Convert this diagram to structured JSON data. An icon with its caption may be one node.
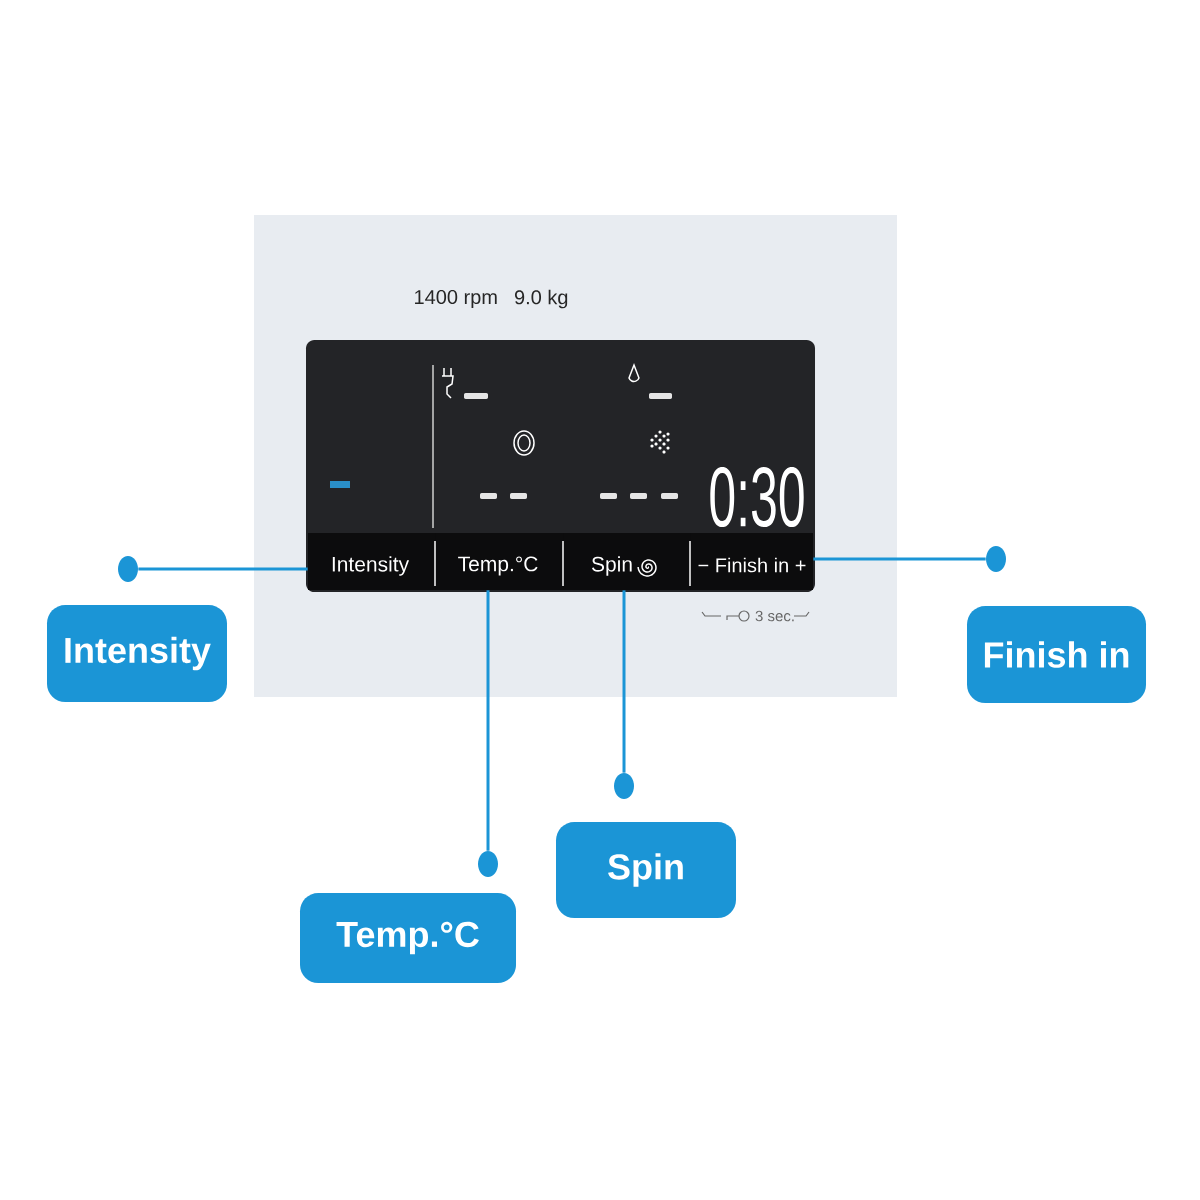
{
  "diagram": {
    "nodes": [
      {
        "text": [
          "1400 rpm",
          "9.0 kg",
          "3 sec."
        ]
      },
      {
        "text": [
          "0:30"
        ],
        "in": 0
      },
      {
        "text": [
          "Intensity"
        ],
        "in": 1
      },
      {
        "text": [
          "Temp.°C"
        ],
        "in": 1
      },
      {
        "text": [
          "Spin"
        ],
        "in": 1
      },
      {
        "text": [
          "− Finish in +"
        ],
        "in": 1
      },
      {
        "text": [
          "Intensity"
        ]
      },
      {
        "text": [
          "Temp.°C"
        ]
      },
      {
        "text": [
          "Spin"
        ]
      },
      {
        "text": [
          "Finish in"
        ]
      },
      {
        "text": [],
        "shape": "circle"
      },
      {
        "text": [],
        "shape": "circle"
      },
      {
        "text": [],
        "shape": "circle"
      },
      {
        "text": [],
        "shape": "circle"
      }
    ],
    "edges": [
      {
        "from": 10,
        "to": 2,
        "arrow": "none"
      },
      {
        "from": 11,
        "to": 3,
        "arrow": "none"
      },
      {
        "from": 12,
        "to": 4,
        "arrow": "none"
      },
      {
        "from": 13,
        "to": 5,
        "arrow": "none"
      }
    ]
  }
}
